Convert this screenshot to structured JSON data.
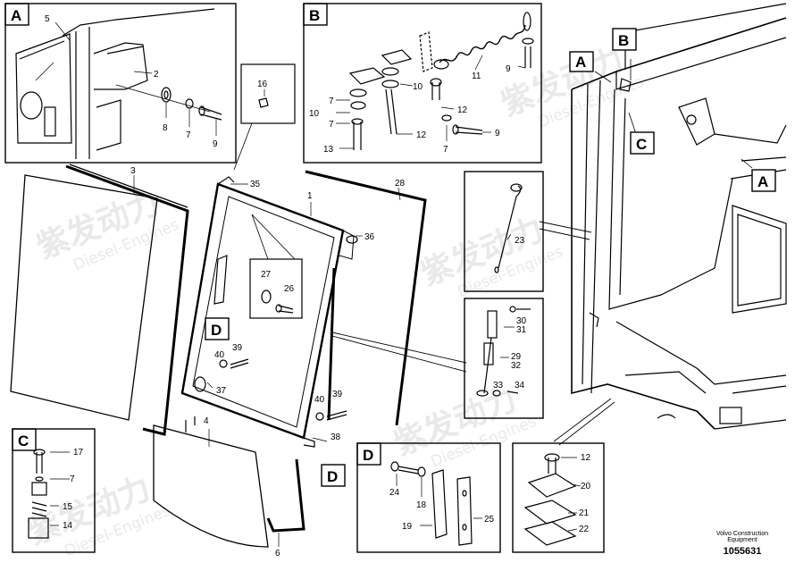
{
  "watermark": {
    "brand": "紫发动力",
    "sub": "Diesel-Engines"
  },
  "callouts": {
    "A": "A",
    "B": "B",
    "C": "C",
    "D": "D"
  },
  "parts": {
    "p1": "1",
    "p2": "2",
    "p3": "3",
    "p4": "4",
    "p5": "5",
    "p6": "6",
    "p7": "7",
    "p8": "8",
    "p9": "9",
    "p10": "10",
    "p11": "11",
    "p12": "12",
    "p13": "13",
    "p14": "14",
    "p15": "15",
    "p16": "16",
    "p17": "17",
    "p18": "18",
    "p19": "19",
    "p20": "20",
    "p21": "21",
    "p22": "22",
    "p23": "23",
    "p24": "24",
    "p25": "25",
    "p26": "26",
    "p27": "27",
    "p28": "28",
    "p29": "29",
    "p30": "30",
    "p31": "31",
    "p32": "32",
    "p33": "33",
    "p34": "34",
    "p35": "35",
    "p36": "36",
    "p37": "37",
    "p38": "38",
    "p39": "39",
    "p40": "40"
  },
  "footer": {
    "company": "Volvo Construction",
    "line2": "Equipment",
    "number": "1055631"
  }
}
